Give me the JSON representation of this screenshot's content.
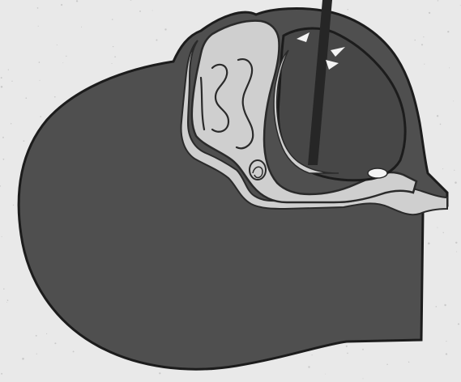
{
  "figure": {
    "colors": {
      "background": "#e9e9e9",
      "head_fill": "#4f4f4f",
      "head_outline": "#1c1c1c",
      "airway_fill": "#cfcfcf",
      "airway_outline": "#2a2a2a",
      "cavity_fill": "#474747",
      "instrument": "#262626",
      "highlight": "#f4f4f4",
      "speckle": "#c9c9c9"
    },
    "elements": [
      "head-silhouette",
      "nasal-cavity",
      "oral-cavity",
      "pharynx-airway",
      "tongue",
      "instrument-rod"
    ]
  }
}
